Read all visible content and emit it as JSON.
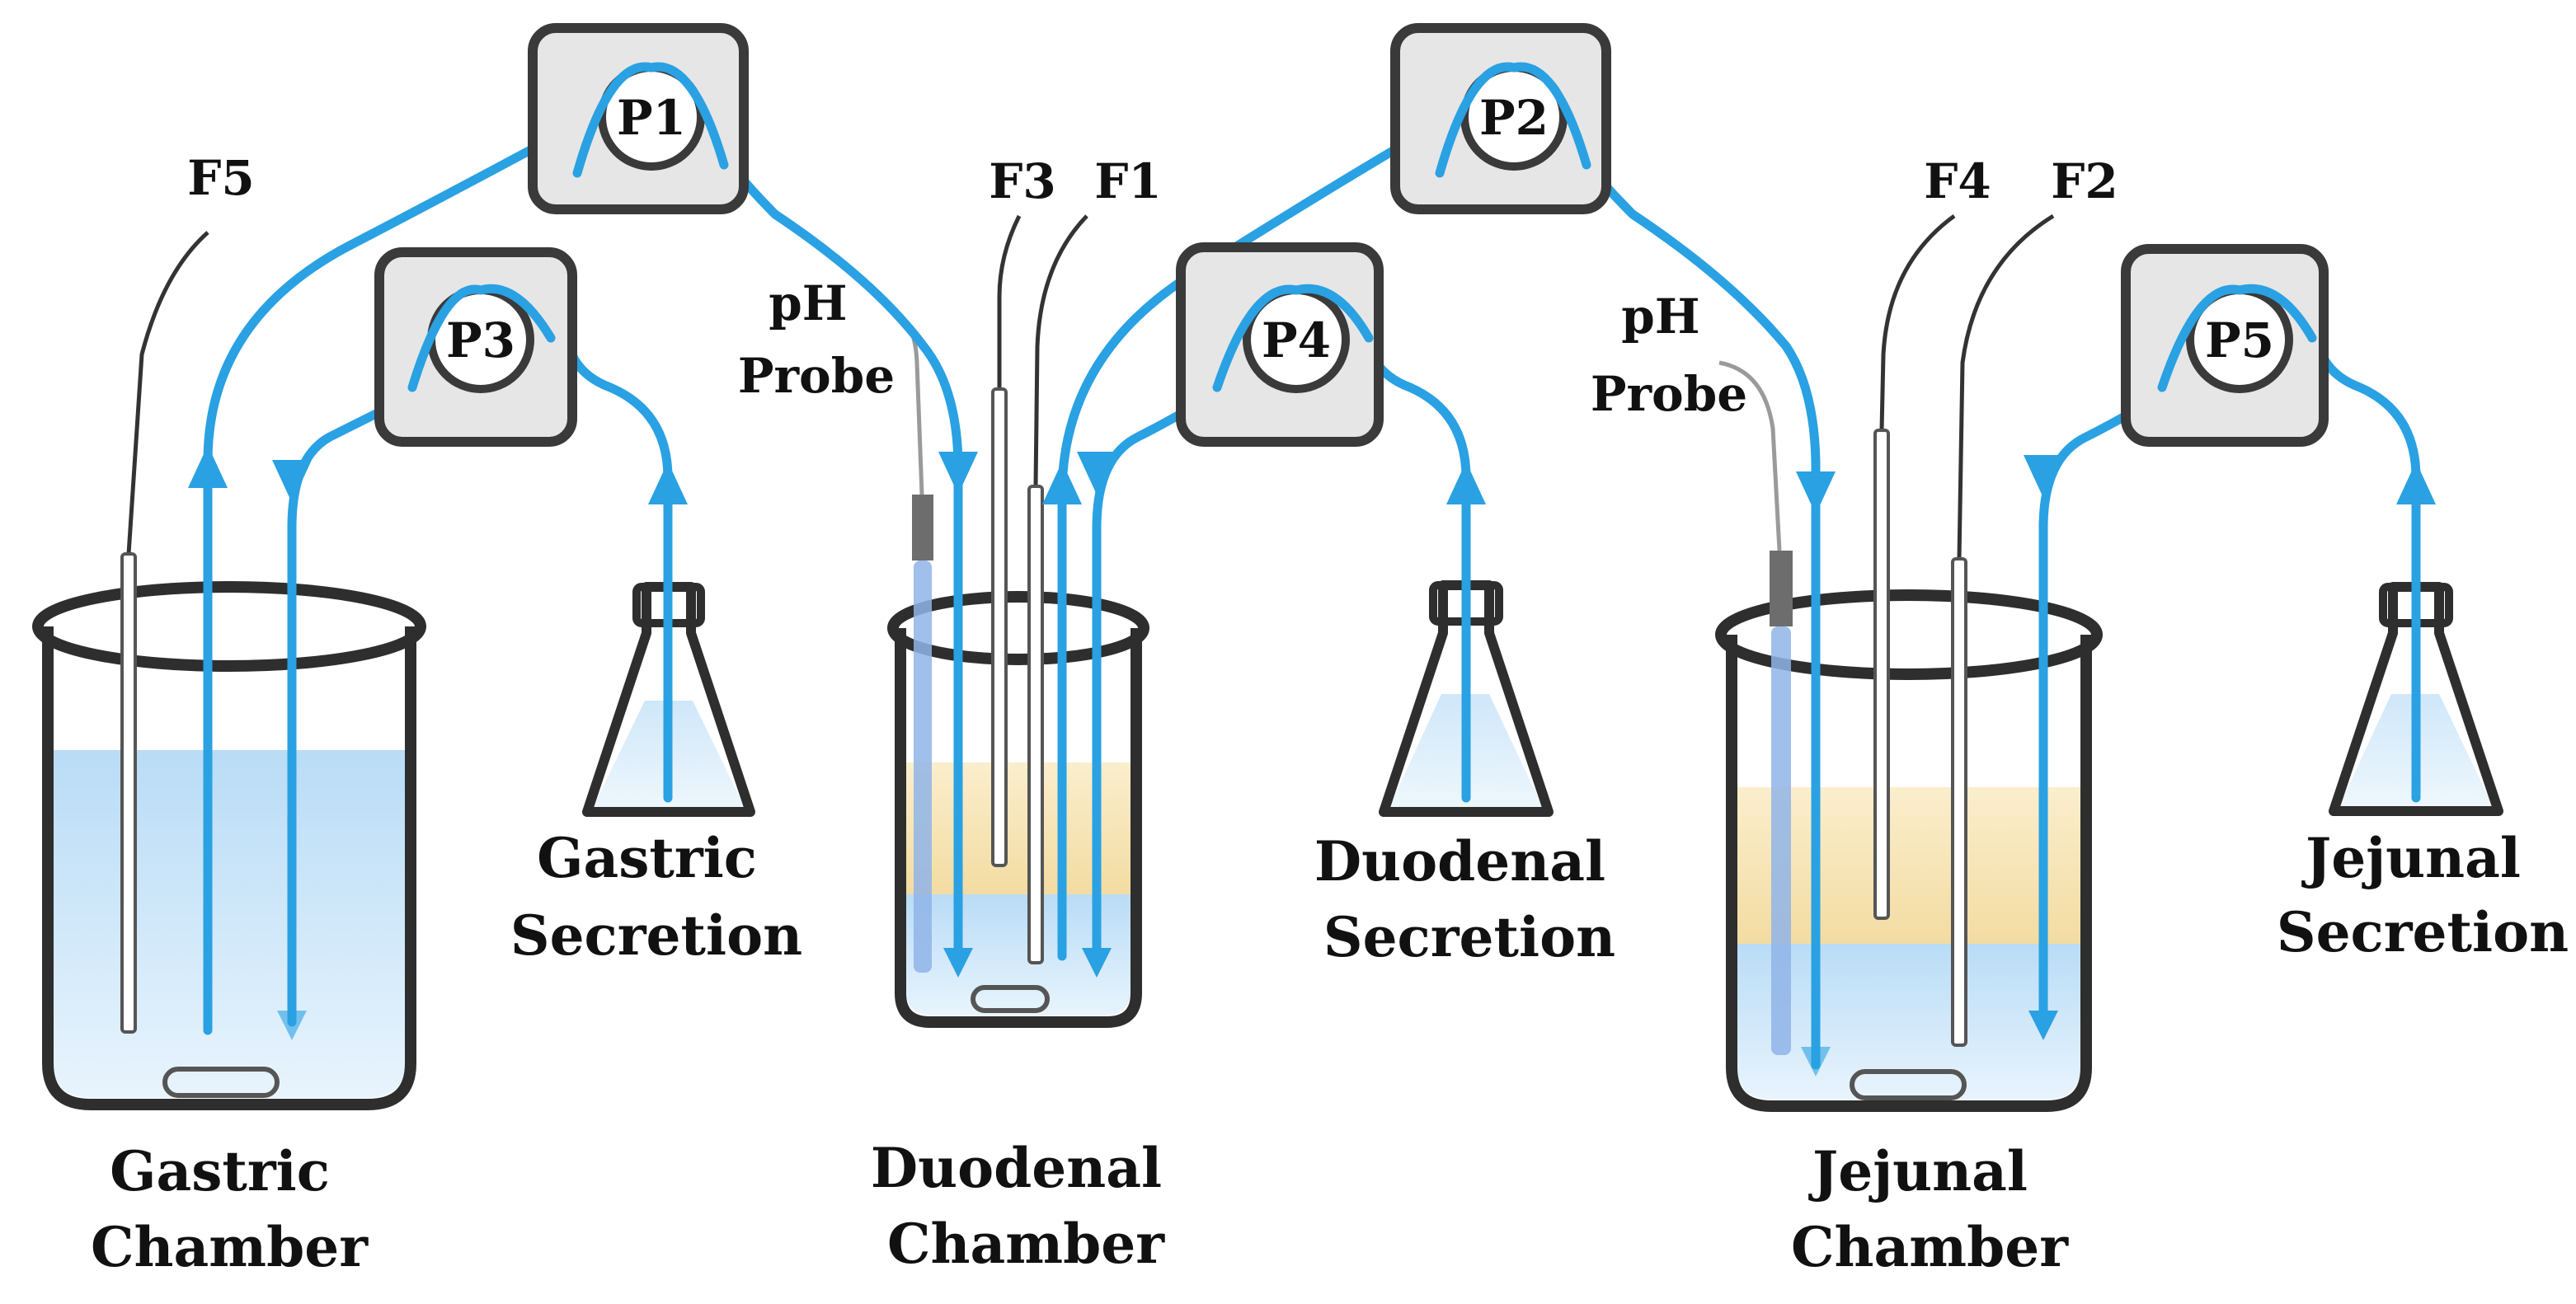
{
  "labels": {
    "gastric_chamber": [
      "Gastric",
      "Chamber"
    ],
    "duodenal_chamber": [
      "Duodenal",
      "Chamber"
    ],
    "jejunal_chamber": [
      "Jejunal",
      "Chamber"
    ],
    "gastric_secretion": [
      "Gastric",
      "Secretion"
    ],
    "duodenal_secretion": [
      "Duodenal",
      "Secretion"
    ],
    "jejunal_secretion": [
      "Jejunal",
      "Secretion"
    ],
    "ph_probe_1": [
      "pH",
      "Probe"
    ],
    "ph_probe_2": [
      "pH",
      "Probe"
    ]
  },
  "pumps": [
    "P1",
    "P2",
    "P3",
    "P4",
    "P5"
  ],
  "flow_sensors": [
    "F1",
    "F2",
    "F3",
    "F4",
    "F5"
  ],
  "colors": {
    "tubing": "#2aa1e2",
    "liquid": "#cfe7f9",
    "secretion_band": "#f6e4b6",
    "pump_body": "#e6e6e6",
    "outline": "#2e2e2e"
  }
}
